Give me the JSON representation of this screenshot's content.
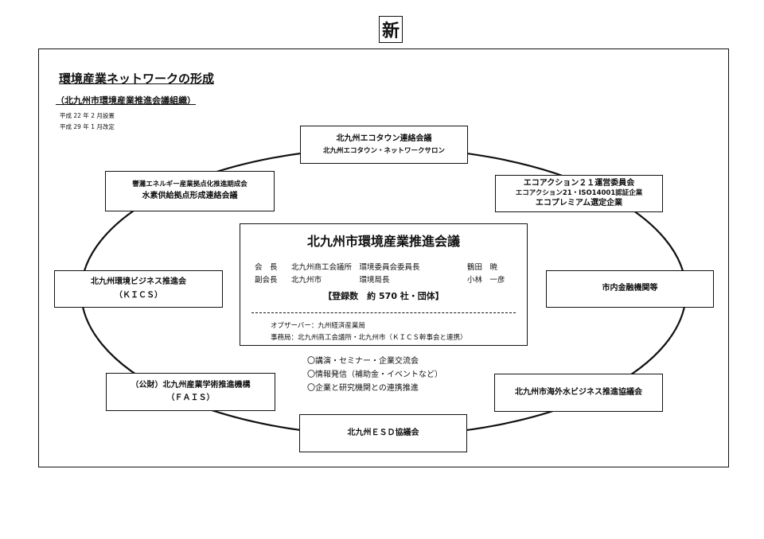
{
  "badge": "新",
  "title": "環境産業ネットワークの形成",
  "subtitle": "（北九州市環境産業推進会議組織）",
  "notes": [
    "平成 22 年 2 月設置",
    "平成 29 年 1 月改定"
  ],
  "center": {
    "heading": "北九州市環境産業推進会議",
    "members": [
      {
        "role": "会　長",
        "org": "北九州商工会議所　環境委員会委員長",
        "name": "鶴田　暁"
      },
      {
        "role": "副会長",
        "org": "北九州市　　　　　環境局長",
        "name": "小林　一彦"
      }
    ],
    "registration": "【登録数　約 570 社・団体】",
    "observer": "オブザーバー：九州経済産業局",
    "secretariat": "事務局：北九州商工会議所・北九州市（ＫＩＣＳ幹事会と連携）"
  },
  "activities": [
    "〇講演・セミナー・企業交流会",
    "〇情報発信（補助金・イベントなど）",
    "〇企業と研究機関との連携推進"
  ],
  "nodes": {
    "top": [
      "北九州エコタウン連絡会議",
      "北九州エコタウン・ネットワークサロン"
    ],
    "upper_left": [
      "響灘エネルギー産業拠点化推進期成会",
      "水素供給拠点形成連絡会議"
    ],
    "upper_right": [
      "エコアクション２１運営委員会",
      "エコアクション21・ISO14001認証企業",
      "エコプレミアム選定企業"
    ],
    "left": [
      "北九州環境ビジネス推進会",
      "（ＫＩＣＳ）"
    ],
    "right": [
      "市内金融機関等"
    ],
    "lower_left": [
      "（公財）北九州産業学術推進機構",
      "（ＦＡＩＳ）"
    ],
    "lower_right": [
      "北九州市海外水ビジネス推進協議会"
    ],
    "bottom": [
      "北九州ＥＳＤ協議会"
    ]
  }
}
